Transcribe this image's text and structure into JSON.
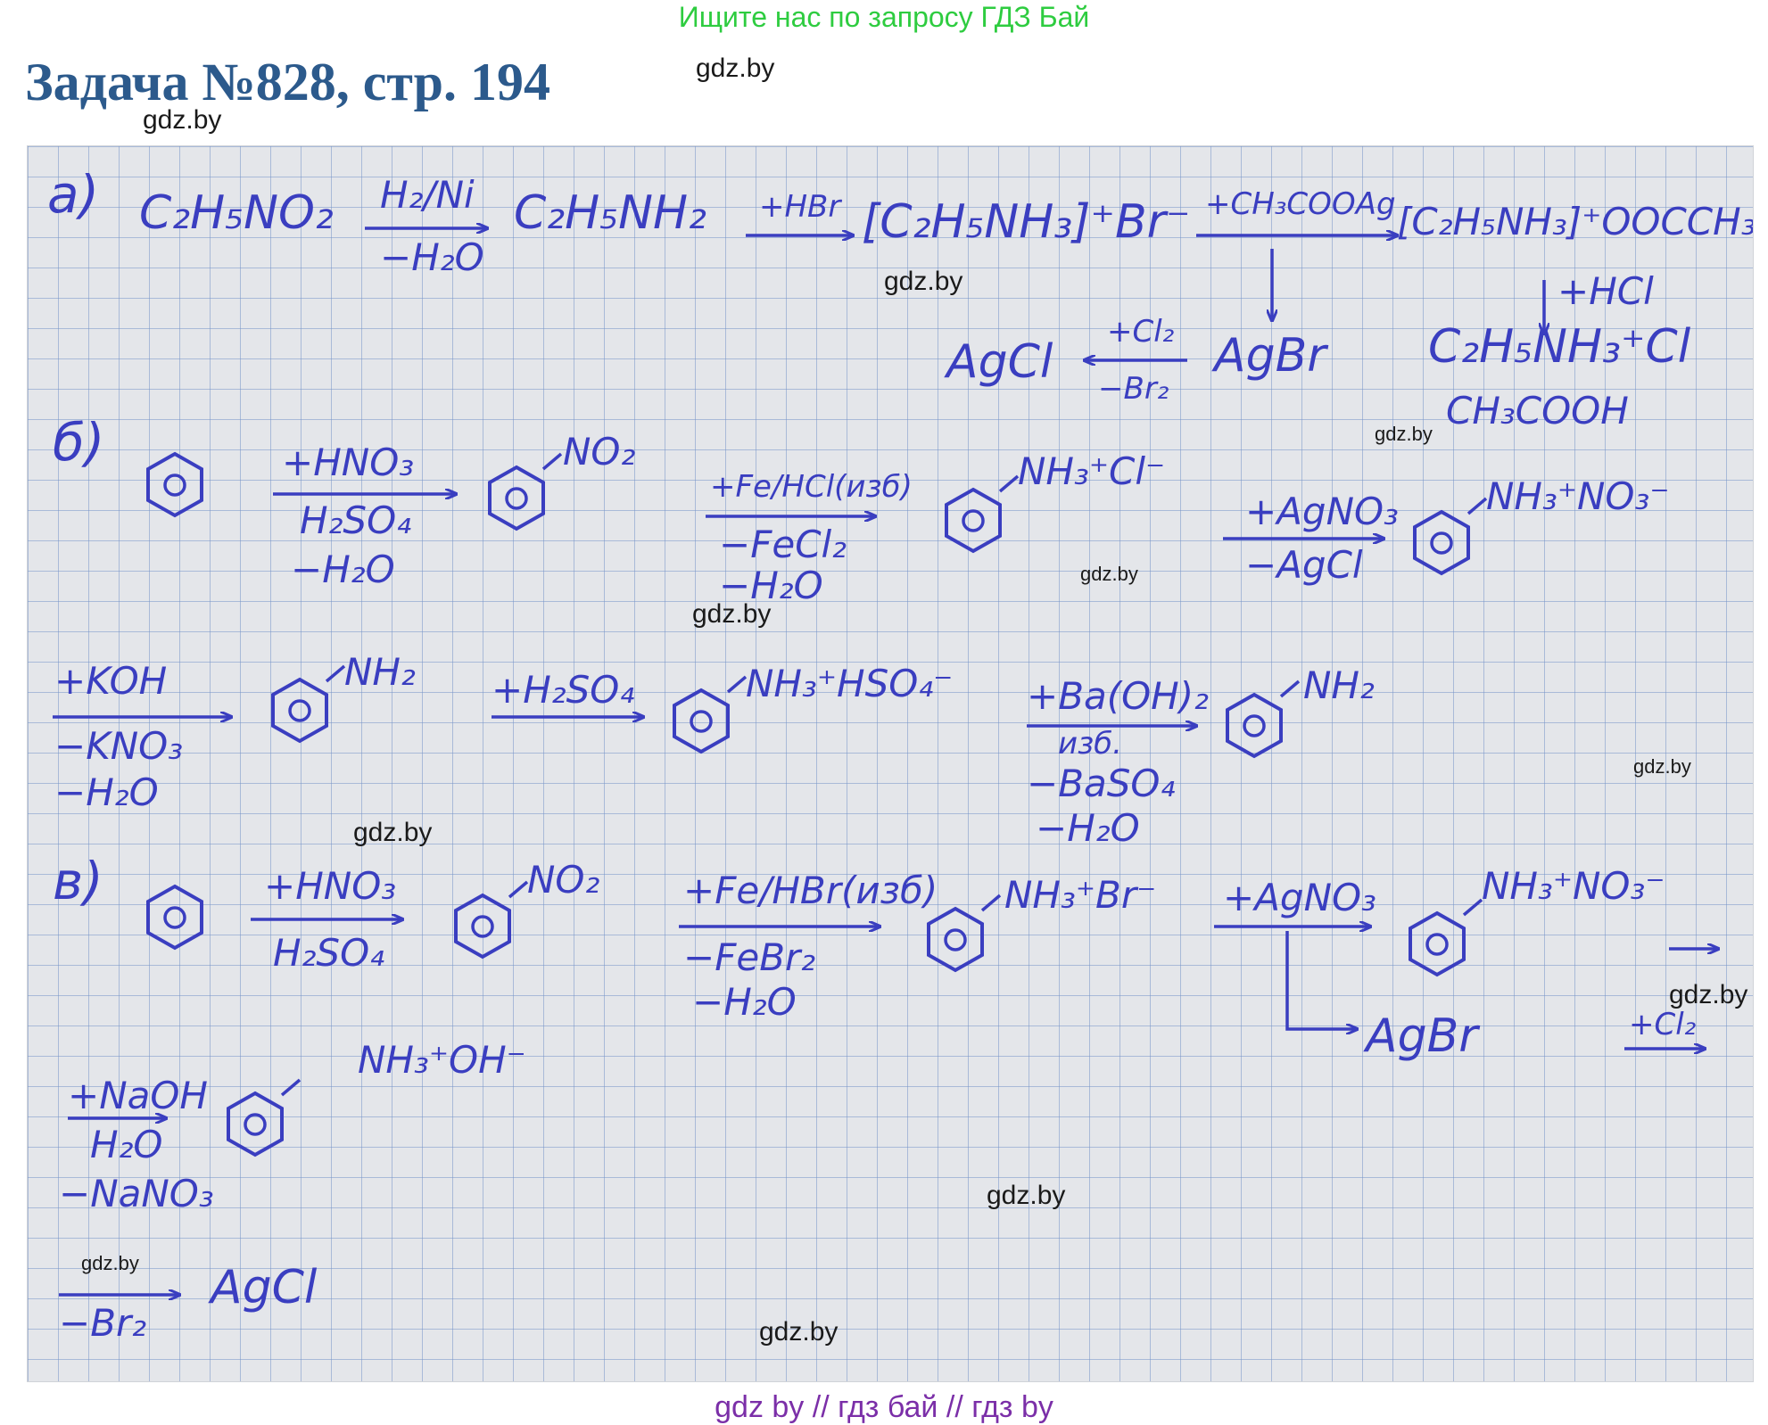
{
  "banner": "Ищите нас по запросу ГДЗ Бай",
  "title": "Задача №828, стр. 194",
  "watermark": "gdz.by",
  "footer": "gdz by  //  гдз бай  //  гдз by",
  "colors": {
    "banner": "#2ecc40",
    "title": "#2c5a8c",
    "ink": "#3a3ec0",
    "footer": "#7b2fa8"
  },
  "icons": [
    "benzene-ring-icon",
    "reaction-arrow-icon"
  ],
  "solution": {
    "a": {
      "label": "а)",
      "s1": "C₂H₅NO₂",
      "r1_top": "H₂/Ni",
      "r1_bottom": "−H₂O",
      "s2": "C₂H₅NH₂",
      "r2_top": "+HBr",
      "s3": "[C₂H₅NH₃]⁺Br⁻",
      "r3_top": "+CH₃COOAg",
      "s4": "[C₂H₅NH₃]⁺OOCCH₃",
      "r_hcl": "+HCl",
      "s5": "C₂H₅NH₃⁺Cl",
      "s5b": "CH₃COOH",
      "s_agbr": "AgBr",
      "r_cl2_top": "+Cl₂",
      "r_cl2_bottom": "−Br₂",
      "s_agcl": "AgCl"
    },
    "b": {
      "label": "б)",
      "r1_top": "+HNO₃",
      "r1_mid": "H₂SO₄",
      "r1_bottom": "−H₂O",
      "g1": "NO₂",
      "r2_top": "+Fe/HCl(изб)",
      "r2_mid": "−FeCl₂",
      "r2_bottom": "−H₂O",
      "g2": "NH₃⁺Cl⁻",
      "r3_top": "+AgNO₃",
      "r3_bottom": "−AgCl",
      "g3": "NH₃⁺NO₃⁻",
      "r4_top": "+KOH",
      "r4_mid": "−KNO₃",
      "r4_bottom": "−H₂O",
      "g4": "NH₂",
      "r5_top": "+H₂SO₄",
      "g5": "NH₃⁺HSO₄⁻",
      "r6_top": "+Ba(OH)₂",
      "r6_mid": "изб.",
      "r6_bottom1": "−BaSO₄",
      "r6_bottom2": "−H₂O",
      "g6": "NH₂"
    },
    "c": {
      "label": "в)",
      "r1_top": "+HNO₃",
      "r1_bottom": "H₂SO₄",
      "g1": "NO₂",
      "r2_top": "+Fe/HBr(изб)",
      "r2_mid": "−FeBr₂",
      "r2_bottom": "−H₂O",
      "g2": "NH₃⁺Br⁻",
      "r3_top": "+AgNO₃",
      "g3": "NH₃⁺NO₃⁻",
      "s_agbr": "AgBr",
      "r_cl2": "+Cl₂",
      "r4_top": "+NaOH",
      "r4_mid": "H₂O",
      "r4_bottom": "−NaNO₃",
      "g4": "NH₃⁺OH⁻",
      "r5_bottom": "−Br₂",
      "s_agcl": "AgCl"
    }
  }
}
